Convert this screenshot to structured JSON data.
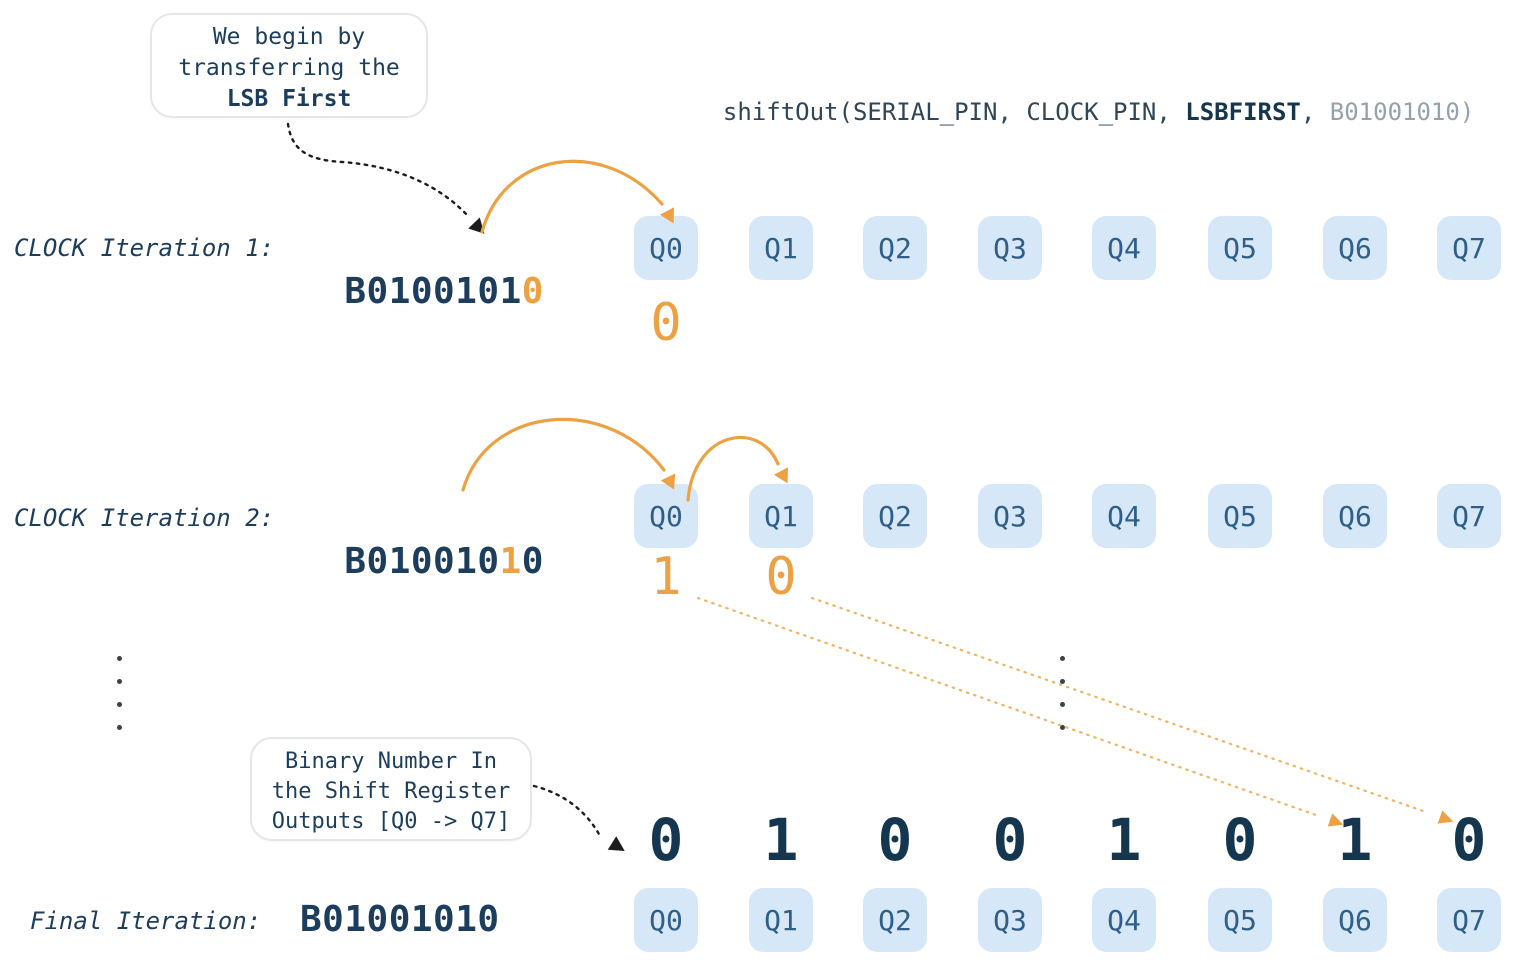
{
  "callout_lsb": {
    "line1": "We begin by",
    "line2": "transferring the",
    "line3": "LSB First"
  },
  "code": {
    "normal": "shiftOut(SERIAL_PIN, CLOCK_PIN, ",
    "bold": "LSBFIRST",
    "comma": ", ",
    "byte": "B01001010)"
  },
  "iteration1": {
    "label": "CLOCK Iteration 1:",
    "binary_prefix": "B0100101",
    "binary_lsb": "0",
    "output_q0": "0"
  },
  "iteration2": {
    "label": "CLOCK Iteration 2:",
    "binary_prefix": "B010010",
    "binary_bit": "1",
    "binary_suffix": "0",
    "output_q0": "1",
    "output_q1": "0"
  },
  "final": {
    "label": "Final Iteration:",
    "binary": "B01001010",
    "digits": [
      "0",
      "1",
      "0",
      "0",
      "1",
      "0",
      "1",
      "0"
    ]
  },
  "q_labels": [
    "Q0",
    "Q1",
    "Q2",
    "Q3",
    "Q4",
    "Q5",
    "Q6",
    "Q7"
  ],
  "callout_binary": {
    "line1": "Binary Number In",
    "line2": "the Shift Register",
    "line3": "Outputs [Q0 -> Q7]"
  },
  "colors": {
    "navy": "#1d3d5c",
    "orange": "#eca243",
    "box_fill": "#d6e8f8",
    "box_label": "#2f5f88",
    "code_gray": "#95a1ac"
  }
}
